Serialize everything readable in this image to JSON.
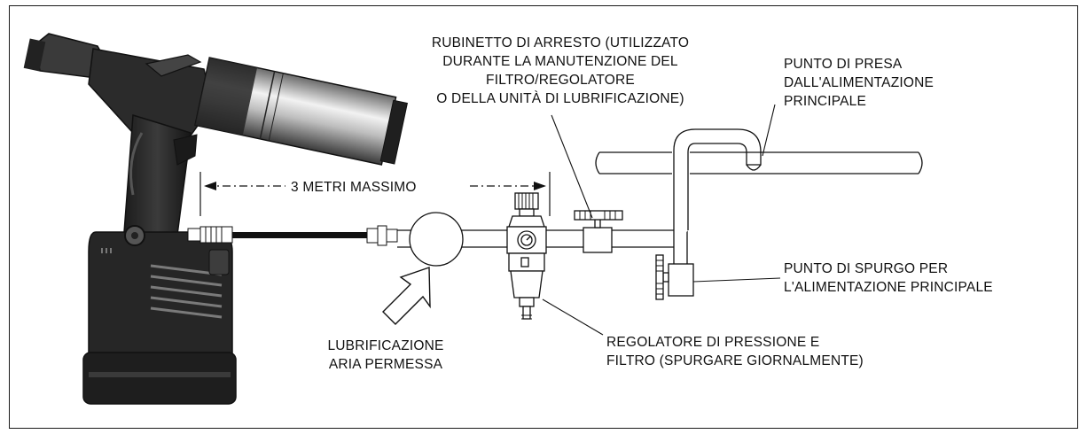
{
  "labels": {
    "shutoff_valve": [
      "RUBINETTO DI ARRESTO (UTILIZZATO",
      "DURANTE LA MANUTENZIONE DEL",
      "FILTRO/REGOLATORE",
      "O DELLA UNITÀ DI LUBRIFICAZIONE)"
    ],
    "take_off_point": [
      "PUNTO DI PRESA",
      "DALL'ALIMENTAZIONE",
      "PRINCIPALE"
    ],
    "max_distance": "3 METRI MASSIMO",
    "drain_point": [
      "PUNTO DI SPURGO PER",
      "L'ALIMENTAZIONE PRINCIPALE"
    ],
    "lubrication": [
      "LUBRIFICAZIONE",
      "ARIA PERMESSA"
    ],
    "regulator": [
      "REGOLATORE DI PRESSIONE E",
      "FILTRO (SPURGARE GIORNALMENTE)"
    ]
  },
  "icons": {
    "tool": "riveter-tool-icon",
    "lubricator": "lubricator-circle-icon",
    "arrow": "hollow-arrow-icon",
    "regulator": "filter-regulator-icon",
    "valve": "shutoff-valve-icon",
    "drain": "drain-valve-icon"
  }
}
